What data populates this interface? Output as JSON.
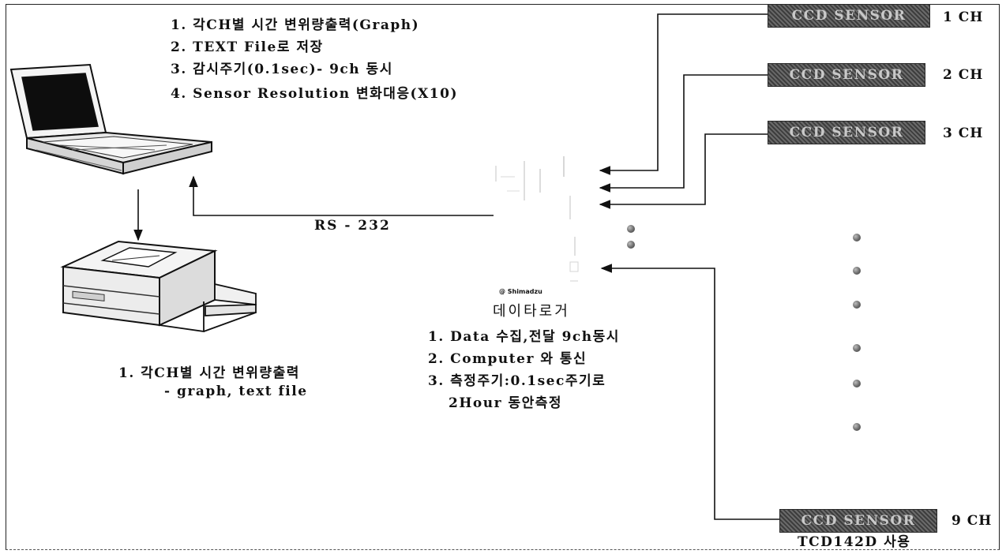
{
  "computer_specs": {
    "item1": "1. 각CH별 시간 변위량출력(Graph)",
    "item2": "2. TEXT File로 저장",
    "item3": "3. 감시주기(0.1sec)- 9ch 동시",
    "item4": "4. Sensor Resolution 변화대응(X10)"
  },
  "printer_specs": {
    "item1": "1. 각CH별 시간 변위량출력",
    "item2": "- graph, text file"
  },
  "link_label": "RS - 232",
  "logger": {
    "brand": "@ Shimadzu",
    "title": "데이타로거",
    "item1": "1. Data 수집,전달 9ch동시",
    "item2": "2. Computer 와 통신",
    "item3": "3. 측정주기:0.1sec주기로",
    "item4": "2Hour 동안측정"
  },
  "sensors": [
    {
      "label": "CCD SENSOR",
      "channel": "1 CH"
    },
    {
      "label": "CCD SENSOR",
      "channel": "2 CH"
    },
    {
      "label": "CCD SENSOR",
      "channel": "3 CH"
    },
    {
      "label": "CCD SENSOR",
      "channel": "9 CH"
    }
  ],
  "sensor_model_note": "TCD142D 사용"
}
